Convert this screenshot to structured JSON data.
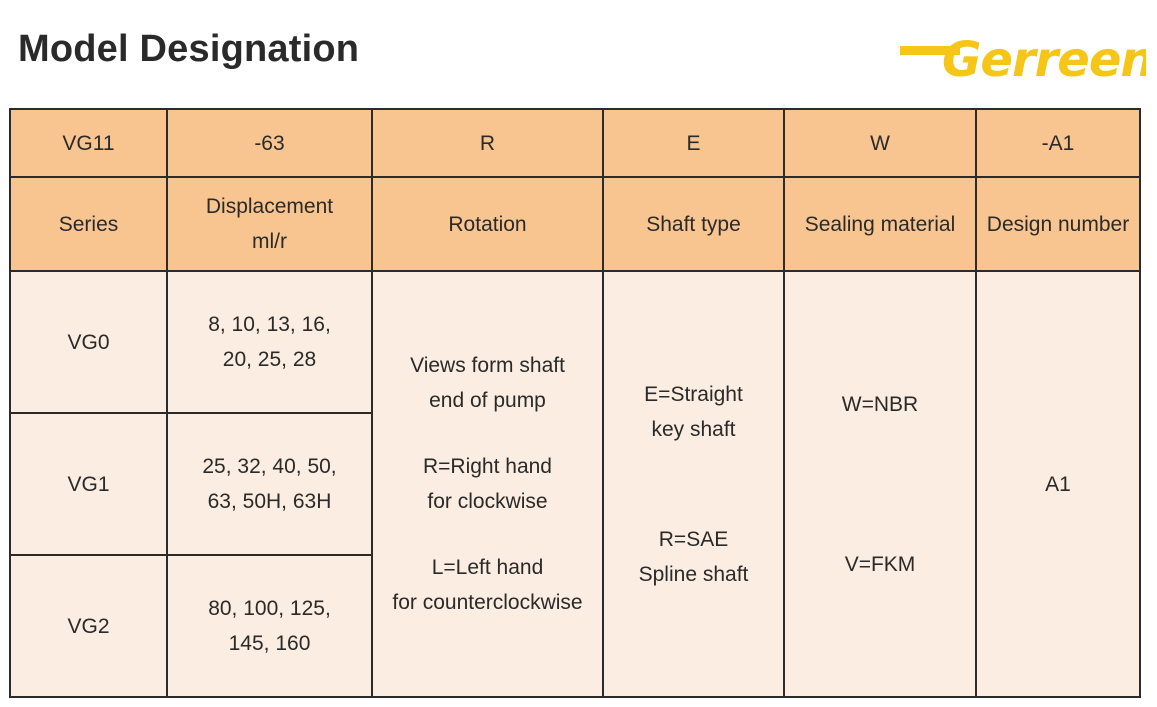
{
  "page": {
    "title": "Model Designation",
    "logo_text": "Gerreen",
    "logo_color": "#f5c518"
  },
  "colors": {
    "header_fill": "#f8c591",
    "body_fill": "#fbede1",
    "border": "#2b2b2b"
  },
  "codes": [
    "VG11",
    "-63",
    "R",
    "E",
    "W",
    "-A1"
  ],
  "labels": {
    "series": "Series",
    "displacement_line1": "Displacement",
    "displacement_line2": "ml/r",
    "rotation": "Rotation",
    "shaft_type": "Shaft type",
    "sealing_material": "Sealing material",
    "design_number": "Design number"
  },
  "series_rows": [
    {
      "series": "VG0",
      "displacement_line1": "8, 10, 13, 16,",
      "displacement_line2": "20, 25, 28"
    },
    {
      "series": "VG1",
      "displacement_line1": "25, 32, 40, 50,",
      "displacement_line2": "63, 50H, 63H"
    },
    {
      "series": "VG2",
      "displacement_line1": "80, 100, 125,",
      "displacement_line2": "145, 160"
    }
  ],
  "rotation": {
    "view_line1": "Views form shaft",
    "view_line2": "end of pump",
    "right_line1": "R=Right hand",
    "right_line2": "for clockwise",
    "left_line1": "L=Left hand",
    "left_line2": "for counterclockwise"
  },
  "shaft": {
    "straight_line1": "E=Straight",
    "straight_line2": "key shaft",
    "sae_line1": "R=SAE",
    "sae_line2": "Spline shaft"
  },
  "sealing": {
    "nbr": "W=NBR",
    "fkm": "V=FKM"
  },
  "design_number": "A1"
}
